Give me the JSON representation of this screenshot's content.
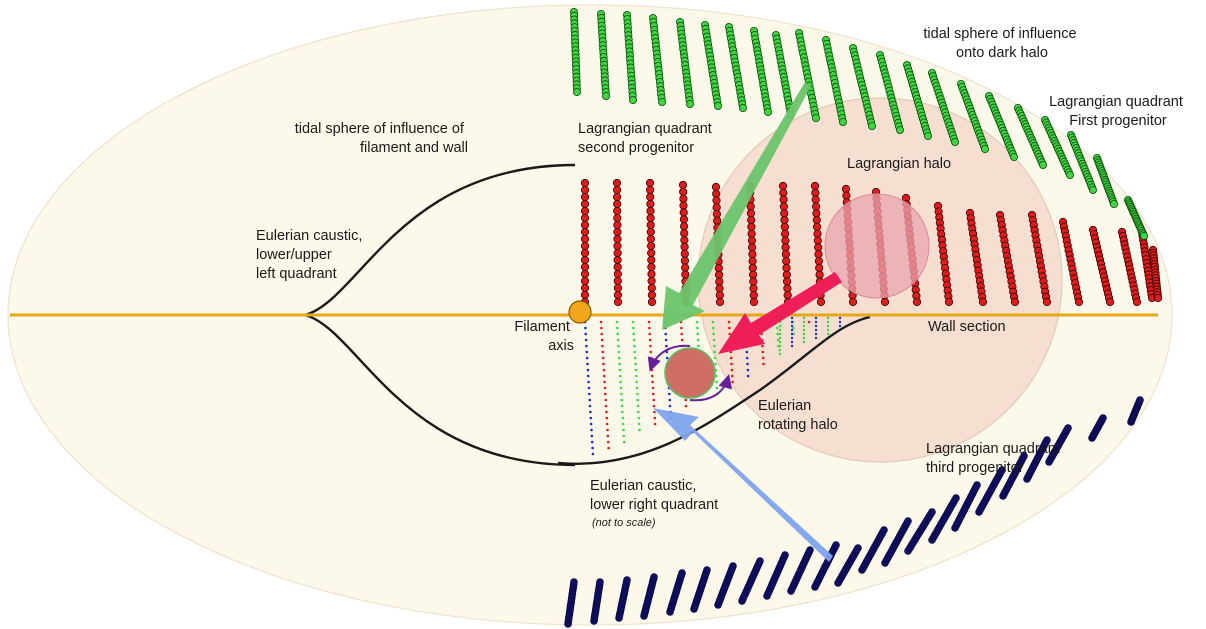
{
  "labels": {
    "tidal_filament": [
      "tidal sphere of influence of",
      "filament and wall"
    ],
    "tidal_halo": [
      "tidal sphere of influence",
      "onto dark halo"
    ],
    "quadrant_second": [
      "Lagrangian quadrant",
      "second progenitor"
    ],
    "quadrant_first": [
      "Lagrangian quadrant",
      "First progenitor"
    ],
    "lagrangian_halo": "Lagrangian halo",
    "caustic_left": [
      "Eulerian caustic,",
      "lower/upper",
      "left quadrant"
    ],
    "filament_axis": [
      "Filament",
      "axis"
    ],
    "wall_section": "Wall section",
    "rotating_halo": [
      "Eulerian",
      "rotating halo"
    ],
    "quadrant_third": [
      "Lagrangian quadrant",
      "third progenitor"
    ],
    "caustic_right": [
      "Eulerian caustic,",
      "lower right quadrant"
    ],
    "not_to_scale": "(not to scale)"
  },
  "colors": {
    "ellipse_fill": "#fdf9ea",
    "influence_circle": "#f4ddd0",
    "axis_line": "#e6a817",
    "green_particles": "#3ed641",
    "red_particles": "#e01b1b",
    "blue_particles": "#1a2bd6",
    "green_arrow": "#6cc46c",
    "red_arrow": "#ee1f58",
    "blue_arrow": "#7fa3ee",
    "rotation_arrows": "#6a1f9a",
    "halo_fill": "#e9a6b0",
    "eulerian_halo_fill": "#cf6f63"
  }
}
